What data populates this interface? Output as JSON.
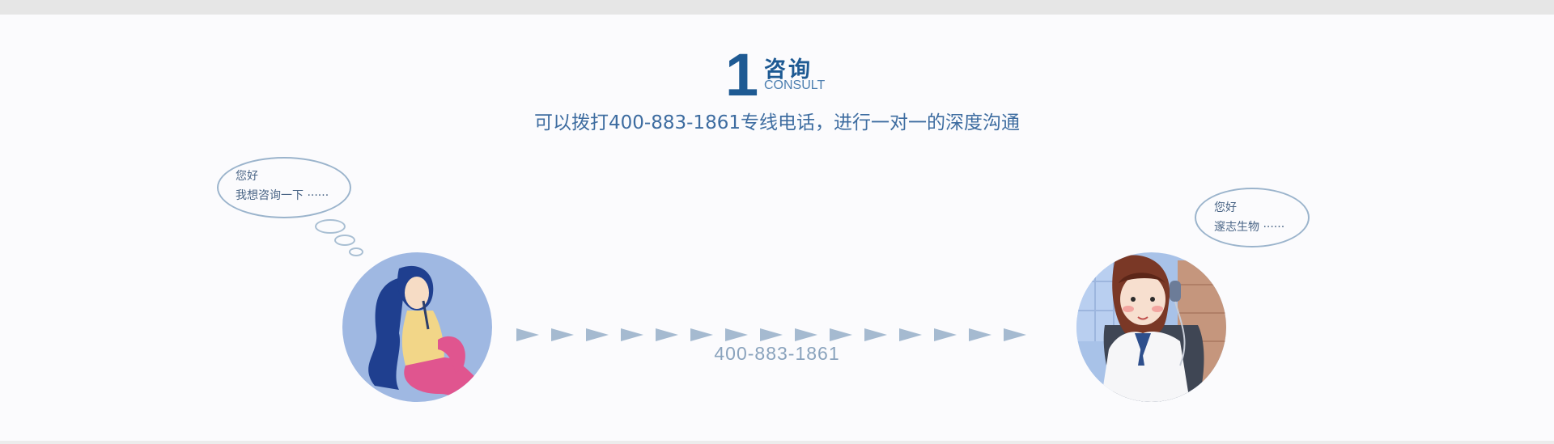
{
  "step": {
    "number": "1",
    "title": "咨询",
    "subtitle": "CONSULT",
    "description": "可以拨打400-883-1861专线电话，进行一对一的深度沟通"
  },
  "left_bubble": {
    "line1": "您好",
    "line2": "我想咨询一下 ······"
  },
  "right_bubble": {
    "line1": "您好",
    "line2": "邃志生物 ······"
  },
  "phone_number": "400-883-1861",
  "arrow_count": 15,
  "colors": {
    "primary": "#1e5a93",
    "text_blue": "#3d6ca0",
    "arrow": "#a5bad0",
    "bubble_border": "#9bb4cc",
    "avatar_bg": "#9fb8e2"
  }
}
